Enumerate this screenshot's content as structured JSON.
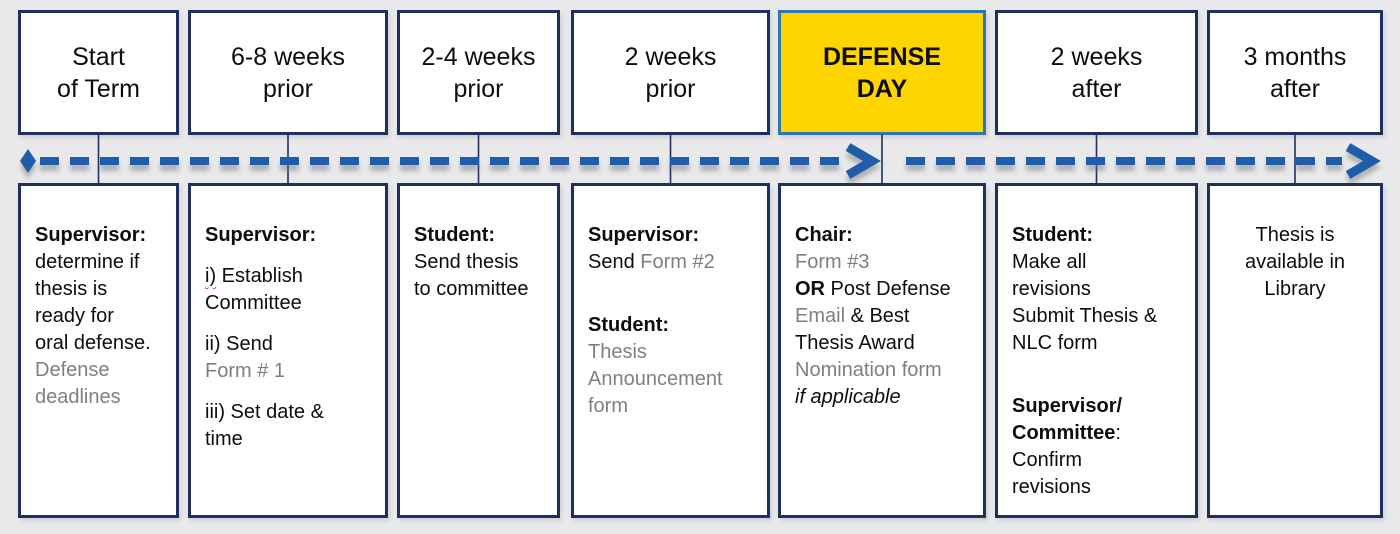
{
  "palette": {
    "background": "#e9e9eb",
    "box_border_navy": "#1f3060",
    "box_fill": "#ffffff",
    "highlight_fill": "#ffd500",
    "highlight_border": "#2e75b6",
    "timeline_blue": "#1f5ca9",
    "secondary_text_gray": "#7f7f7f",
    "text": "#0d0d0d"
  },
  "timeline": {
    "start_marker": "diamond-icon",
    "arrowhead": "chevron-right-icon",
    "style": "dashed",
    "segments": 2
  },
  "columns": [
    {
      "id": "start-of-term",
      "header_lines": [
        "Start",
        "of Term"
      ],
      "highlight": false,
      "body_align": "left",
      "blocks": [
        {
          "lines": [
            [
              {
                "text": "Supervisor:",
                "style": "bold"
              }
            ],
            [
              {
                "text": "determine if",
                "style": "plain"
              }
            ],
            [
              {
                "text": "thesis is",
                "style": "plain"
              }
            ],
            [
              {
                "text": "ready for",
                "style": "plain"
              }
            ],
            [
              {
                "text": "oral defense.",
                "style": "plain"
              }
            ],
            [
              {
                "text": "Defense",
                "style": "gray"
              }
            ],
            [
              {
                "text": "deadlines",
                "style": "gray"
              }
            ]
          ]
        }
      ]
    },
    {
      "id": "6-8-weeks-prior",
      "header_lines": [
        "6-8 weeks",
        "prior"
      ],
      "highlight": false,
      "body_align": "left",
      "blocks": [
        {
          "lines": [
            [
              {
                "text": "Supervisor:",
                "style": "bold"
              }
            ]
          ]
        },
        {
          "lines": [
            [
              {
                "text": "i)",
                "style": "squiggle"
              },
              {
                "text": " Establish",
                "style": "plain"
              }
            ],
            [
              {
                "text": "Committee",
                "style": "plain"
              }
            ]
          ]
        },
        {
          "lines": [
            [
              {
                "text": "ii) Send",
                "style": "plain"
              }
            ],
            [
              {
                "text": "Form # 1",
                "style": "gray"
              }
            ]
          ]
        },
        {
          "lines": [
            [
              {
                "text": "iii) Set date &",
                "style": "plain"
              }
            ],
            [
              {
                "text": "time",
                "style": "plain"
              }
            ]
          ]
        }
      ]
    },
    {
      "id": "2-4-weeks-prior",
      "header_lines": [
        "2-4 weeks",
        "prior"
      ],
      "highlight": false,
      "body_align": "left",
      "blocks": [
        {
          "lines": [
            [
              {
                "text": "Student:",
                "style": "bold"
              }
            ],
            [
              {
                "text": "Send thesis",
                "style": "plain"
              }
            ],
            [
              {
                "text": "to committee",
                "style": "plain"
              }
            ]
          ]
        }
      ]
    },
    {
      "id": "2-weeks-prior",
      "header_lines": [
        "2 weeks",
        "prior"
      ],
      "highlight": false,
      "body_align": "left",
      "blocks": [
        {
          "lines": [
            [
              {
                "text": "Supervisor:",
                "style": "bold"
              }
            ],
            [
              {
                "text": "Send ",
                "style": "plain"
              },
              {
                "text": "Form #2",
                "style": "gray"
              }
            ]
          ]
        },
        {
          "gap": "large",
          "lines": [
            [
              {
                "text": "Student:",
                "style": "bold"
              }
            ],
            [
              {
                "text": "Thesis",
                "style": "gray"
              }
            ],
            [
              {
                "text": "Announcement",
                "style": "gray"
              }
            ],
            [
              {
                "text": "form",
                "style": "gray"
              }
            ]
          ]
        }
      ]
    },
    {
      "id": "defense-day",
      "header_lines": [
        "DEFENSE",
        "DAY"
      ],
      "highlight": true,
      "body_align": "left",
      "blocks": [
        {
          "lines": [
            [
              {
                "text": "Chair:",
                "style": "bold"
              }
            ],
            [
              {
                "text": "Form #3",
                "style": "gray"
              }
            ],
            [
              {
                "text": "OR",
                "style": "bold"
              },
              {
                "text": " Post Defense",
                "style": "plain"
              }
            ],
            [
              {
                "text": "Email",
                "style": "gray"
              },
              {
                "text": " & Best",
                "style": "plain"
              }
            ],
            [
              {
                "text": "Thesis Award",
                "style": "plain"
              }
            ],
            [
              {
                "text": "Nomination form",
                "style": "gray"
              }
            ],
            [
              {
                "text": "if applicable",
                "style": "italic"
              }
            ]
          ]
        }
      ]
    },
    {
      "id": "2-weeks-after",
      "header_lines": [
        "2 weeks",
        "after"
      ],
      "highlight": false,
      "body_align": "left",
      "blocks": [
        {
          "lines": [
            [
              {
                "text": "Student:",
                "style": "bold"
              }
            ],
            [
              {
                "text": "Make all",
                "style": "plain"
              }
            ],
            [
              {
                "text": "revisions",
                "style": "plain"
              }
            ],
            [
              {
                "text": "Submit Thesis &",
                "style": "plain"
              }
            ],
            [
              {
                "text": "NLC form",
                "style": "plain"
              }
            ]
          ]
        },
        {
          "gap": "large",
          "lines": [
            [
              {
                "text": "Supervisor/",
                "style": "bold"
              }
            ],
            [
              {
                "text": "Committee",
                "style": "bold"
              },
              {
                "text": ":",
                "style": "plain"
              }
            ],
            [
              {
                "text": "Confirm",
                "style": "plain"
              }
            ],
            [
              {
                "text": "revisions",
                "style": "plain"
              }
            ]
          ]
        }
      ]
    },
    {
      "id": "3-months-after",
      "header_lines": [
        "3 months",
        "after"
      ],
      "highlight": false,
      "body_align": "center",
      "blocks": [
        {
          "lines": [
            [
              {
                "text": "Thesis is",
                "style": "plain"
              }
            ],
            [
              {
                "text": "available in",
                "style": "plain"
              }
            ],
            [
              {
                "text": "Library",
                "style": "plain"
              }
            ]
          ]
        }
      ]
    }
  ]
}
